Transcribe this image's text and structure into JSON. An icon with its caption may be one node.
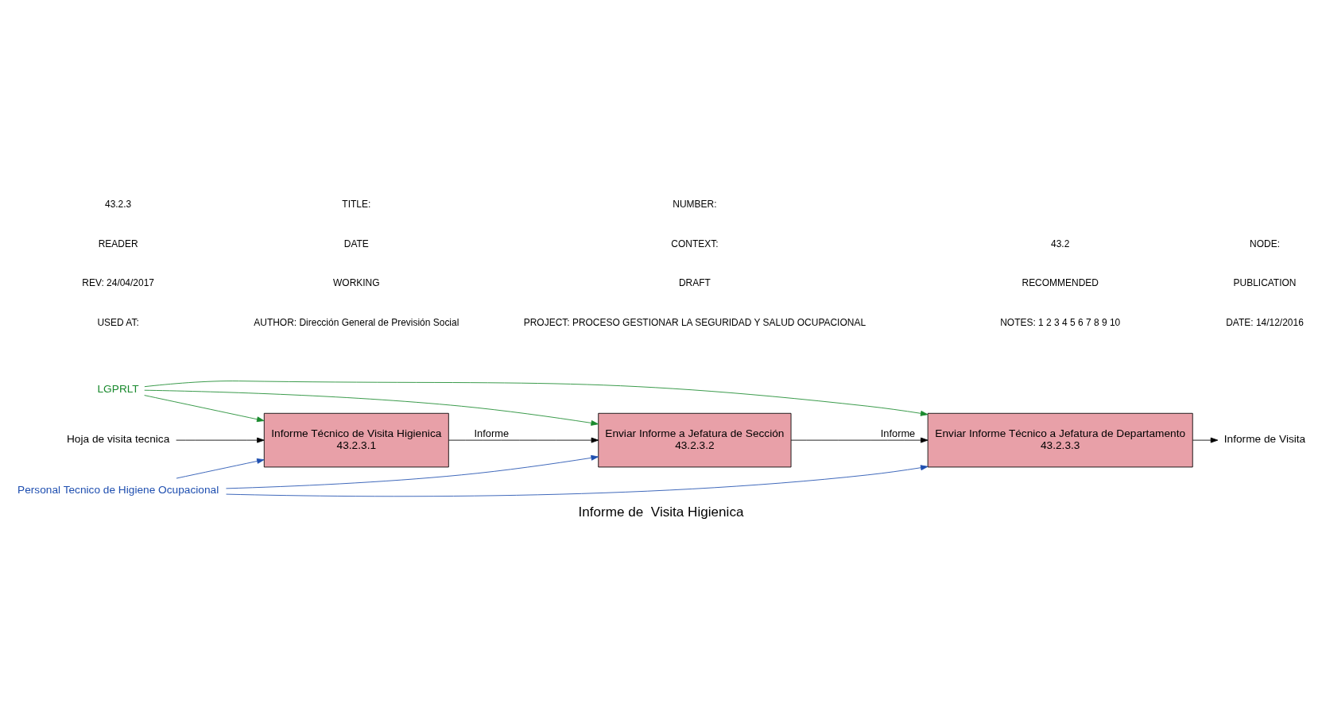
{
  "diagram": {
    "title": "Informe de  Visita Higienica",
    "nodes": [
      {
        "text": [
          "Informe Técnico de Visita Higienica",
          "43.2.3.1"
        ]
      },
      {
        "text": [
          "Enviar Informe a Jefatura de Sección",
          "43.2.3.2"
        ]
      },
      {
        "text": [
          "Enviar Informe Técnico a Jefatura de Departamento",
          "43.2.3.3"
        ]
      },
      {
        "text": [
          "Hoja de visita tecnica"
        ]
      },
      {
        "text": [
          "LGPRLT"
        ]
      },
      {
        "text": [
          "Personal Tecnico de Higiene Ocupacional"
        ]
      },
      {
        "text": [
          "Informe de Visita"
        ]
      }
    ],
    "edges": [
      {
        "from": 3,
        "to": 0,
        "arrow": "to"
      },
      {
        "from": 0,
        "to": 1,
        "arrow": "to",
        "label": "Informe"
      },
      {
        "from": 1,
        "to": 2,
        "arrow": "to",
        "label": "Informe"
      },
      {
        "from": 2,
        "to": 6,
        "arrow": "to"
      },
      {
        "from": 4,
        "to": 0,
        "arrow": "to",
        "color": "#1a8a2e"
      },
      {
        "from": 4,
        "to": 1,
        "arrow": "to",
        "color": "#1a8a2e"
      },
      {
        "from": 4,
        "to": 2,
        "arrow": "to",
        "color": "#1a8a2e"
      },
      {
        "from": 5,
        "to": 0,
        "arrow": "to",
        "color": "#1f4fb0"
      },
      {
        "from": 5,
        "to": 1,
        "arrow": "to",
        "color": "#1f4fb0"
      },
      {
        "from": 5,
        "to": 2,
        "arrow": "to",
        "color": "#1f4fb0"
      }
    ],
    "labels": [
      "USED AT:",
      "AUTHOR: Dirección General de Previsión Social",
      "PROJECT: PROCESO GESTIONAR LA SEGURIDAD Y SALUD OCUPACIONAL",
      "NOTES: 1 2 3 4 5 6 7 8 9 10",
      "DATE: 14/12/2016",
      "REV: 24/04/2017",
      "WORKING",
      "DRAFT",
      "RECOMMENDED",
      "PUBLICATION",
      "READER",
      "DATE",
      "CONTEXT:",
      "43.2",
      "NODE:",
      "43.2.3",
      "TITLE:",
      "NUMBER:"
    ]
  }
}
